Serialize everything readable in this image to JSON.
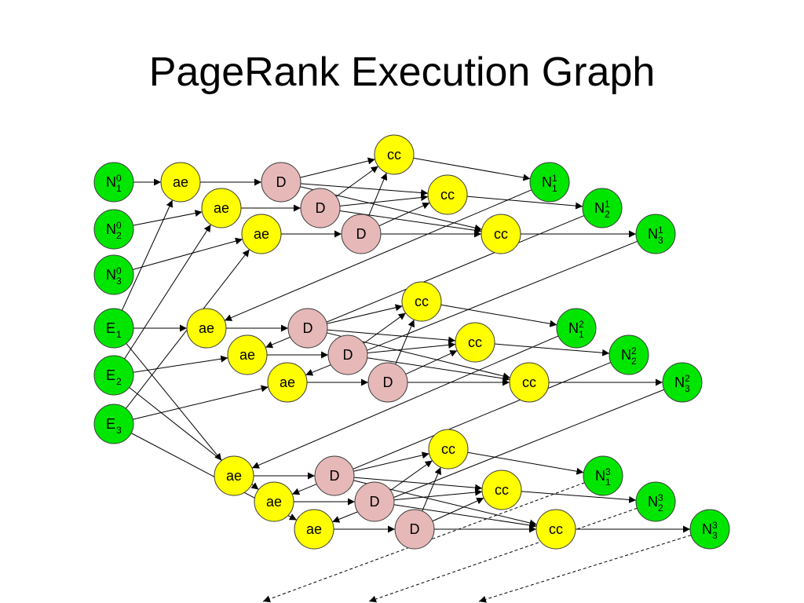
{
  "title": "PageRank Execution Graph",
  "colors": {
    "green": "#00e600",
    "yellow": "#ffff00",
    "pink": "#e6b8b8",
    "stroke": "#3a3a3a"
  },
  "labels": {
    "ae": "ae",
    "D": "D",
    "cc": "cc",
    "N": "N",
    "E": "E"
  },
  "nodes": {
    "n01": {
      "base": "N",
      "sup": "0",
      "sub": "1"
    },
    "n02": {
      "base": "N",
      "sup": "0",
      "sub": "2"
    },
    "n03": {
      "base": "N",
      "sup": "0",
      "sub": "3"
    },
    "e1": {
      "base": "E",
      "sub": "1"
    },
    "e2": {
      "base": "E",
      "sub": "2"
    },
    "e3": {
      "base": "E",
      "sub": "3"
    },
    "n11": {
      "base": "N",
      "sup": "1",
      "sub": "1"
    },
    "n12": {
      "base": "N",
      "sup": "1",
      "sub": "2"
    },
    "n13": {
      "base": "N",
      "sup": "1",
      "sub": "3"
    },
    "n21": {
      "base": "N",
      "sup": "2",
      "sub": "1"
    },
    "n22": {
      "base": "N",
      "sup": "2",
      "sub": "2"
    },
    "n23": {
      "base": "N",
      "sup": "2",
      "sub": "3"
    },
    "n31": {
      "base": "N",
      "sup": "3",
      "sub": "1"
    },
    "n32": {
      "base": "N",
      "sup": "3",
      "sub": "2"
    },
    "n33": {
      "base": "N",
      "sup": "3",
      "sub": "3"
    }
  }
}
